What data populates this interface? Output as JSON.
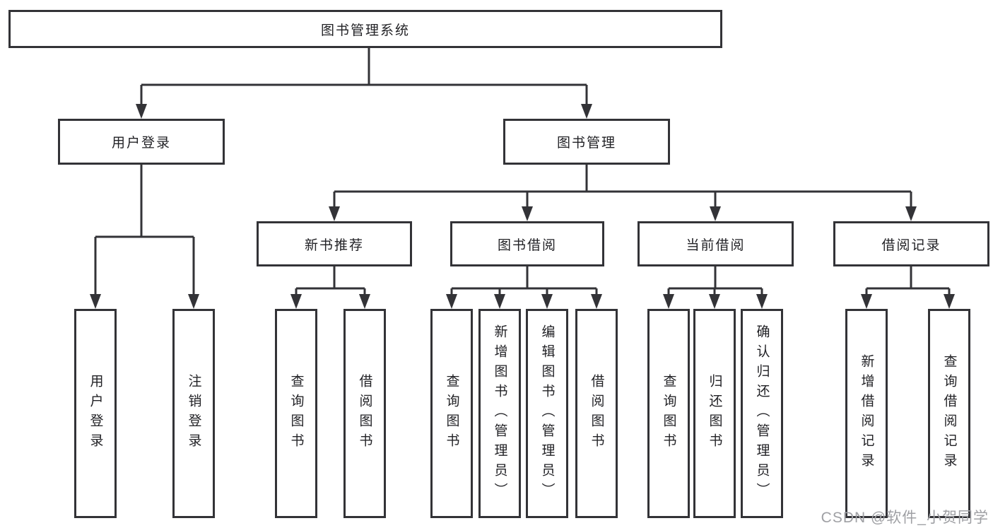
{
  "diagram": {
    "root": "图书管理系统",
    "level2": [
      {
        "label": "用户登录"
      },
      {
        "label": "图书管理"
      }
    ],
    "level3": [
      {
        "label": "新书推荐"
      },
      {
        "label": "图书借阅"
      },
      {
        "label": "当前借阅"
      },
      {
        "label": "借阅记录"
      }
    ],
    "leaves": {
      "user_login": [
        "用户登录",
        "注销登录"
      ],
      "new_book_recommend": [
        "查询图书",
        "借阅图书"
      ],
      "book_borrow": [
        "查询图书",
        "新增图书（管理员）",
        "编辑图书（管理员）",
        "借阅图书"
      ],
      "current_borrow": [
        "查询图书",
        "归还图书",
        "确认归还（管理员）"
      ],
      "borrow_record": [
        "新增借阅记录",
        "查询借阅记录"
      ]
    }
  },
  "watermark": "CSDN @软件_小贺同学",
  "colors": {
    "line": "#333337",
    "text": "#222226",
    "watermark": "#9fa0a4",
    "background": "#ffffff"
  }
}
